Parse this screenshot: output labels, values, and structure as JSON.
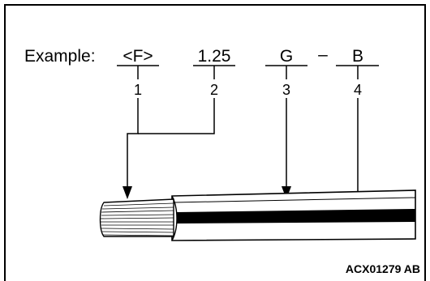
{
  "example_label": "Example:",
  "codes": {
    "c1": "<F>",
    "c2": "1.25",
    "c3": "G",
    "dash": "–",
    "c4": "B"
  },
  "callouts": [
    "1",
    "2",
    "3",
    "4"
  ],
  "figure_code": "ACX01279 AB",
  "colors": {
    "line": "#000000",
    "background": "#ffffff",
    "stripe": "#000000"
  }
}
